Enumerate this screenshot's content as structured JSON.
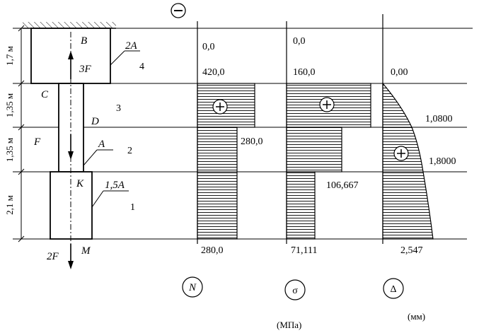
{
  "sign_symbol": "⊖",
  "bar": {
    "support_label": "B",
    "points": {
      "B": "B",
      "C": "C",
      "D": "D",
      "F": "F",
      "K": "K",
      "M": "M"
    },
    "sections": [
      {
        "number": "4",
        "area": "2A",
        "length": "1,7 м"
      },
      {
        "number": "3",
        "area": "",
        "length": "1,35 м"
      },
      {
        "number": "2",
        "area": "A",
        "length": "1,35 м"
      },
      {
        "number": "1",
        "area": "1,5A",
        "length": "2,1 м"
      }
    ],
    "forces": {
      "up": "3F",
      "down_mid": "F",
      "down_end": "2F"
    }
  },
  "diagrams": {
    "N": {
      "name": "N",
      "values": [
        "0,0",
        "420,0",
        "280,0",
        "280,0"
      ],
      "sign": "+"
    },
    "sigma": {
      "name": "σ",
      "unit": "(МПа)",
      "values": [
        "0,0",
        "160,0",
        "106,667",
        "71,111"
      ],
      "sign": "+"
    },
    "delta": {
      "name": "Δ",
      "unit": "(мм)",
      "values": [
        "0,00",
        "1,0800",
        "1,8000",
        "2,547"
      ],
      "sign": "+"
    }
  }
}
